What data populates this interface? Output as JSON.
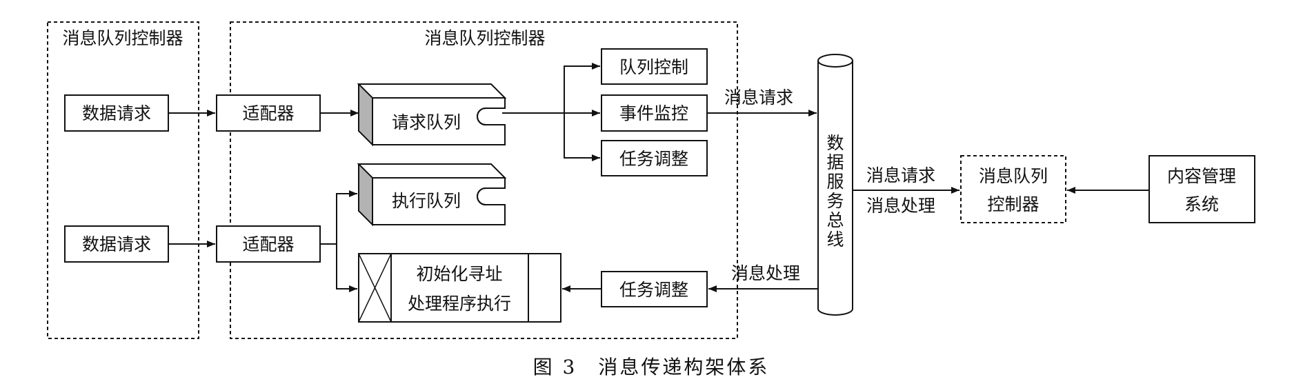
{
  "caption": "图 3　消息传递构架体系",
  "left_group": {
    "title": "消息队列控制器",
    "request_top": "数据请求",
    "request_bottom": "数据请求"
  },
  "mid_group": {
    "title": "消息队列控制器",
    "adapter_top": "适配器",
    "adapter_bottom": "适配器",
    "request_queue": "请求队列",
    "exec_queue": "执行队列",
    "init_line1": "初始化寻址",
    "init_line2": "处理程序执行",
    "queue_control": "队列控制",
    "event_monitor": "事件监控",
    "task_adjust_top": "任务调整",
    "task_adjust_bottom": "任务调整"
  },
  "bus": {
    "label": [
      "数",
      "据",
      "服",
      "务",
      "总",
      "线"
    ],
    "msg_request_in": "消息请求",
    "msg_request_out": "消息请求",
    "msg_process_out": "消息处理",
    "msg_process_in": "消息处理"
  },
  "right": {
    "controller_line1": "消息队列",
    "controller_line2": "控制器",
    "cms_line1": "内容管理",
    "cms_line2": "系统"
  },
  "colors": {
    "stroke": "#111111",
    "queue_shadow": "#b3b3b3",
    "background": "#ffffff"
  }
}
